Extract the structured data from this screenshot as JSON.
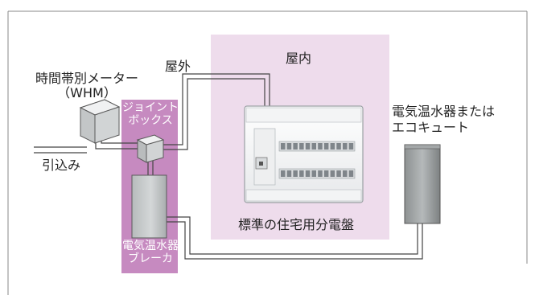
{
  "labels": {
    "meter_line1": "時間帯別メーター",
    "meter_line2": "（WHM）",
    "outdoor": "屋外",
    "indoor": "屋内",
    "junction_line1": "ジョイント",
    "junction_line2": "ボックス",
    "service_in": "引込み",
    "breaker_line1": "電気温水器",
    "breaker_line2": "ブレーカ",
    "panel": "標準の住宅用分電盤",
    "heater_line1": "電気温水器または",
    "heater_line2": "エコキュート"
  },
  "colors": {
    "indoor_zone": "#eedcec",
    "breaker_zone": "#c68ac0",
    "box_fill": "#cfd2d3",
    "box_stroke": "#5a5a5a",
    "cable": "#444444",
    "frame": "#888888"
  }
}
